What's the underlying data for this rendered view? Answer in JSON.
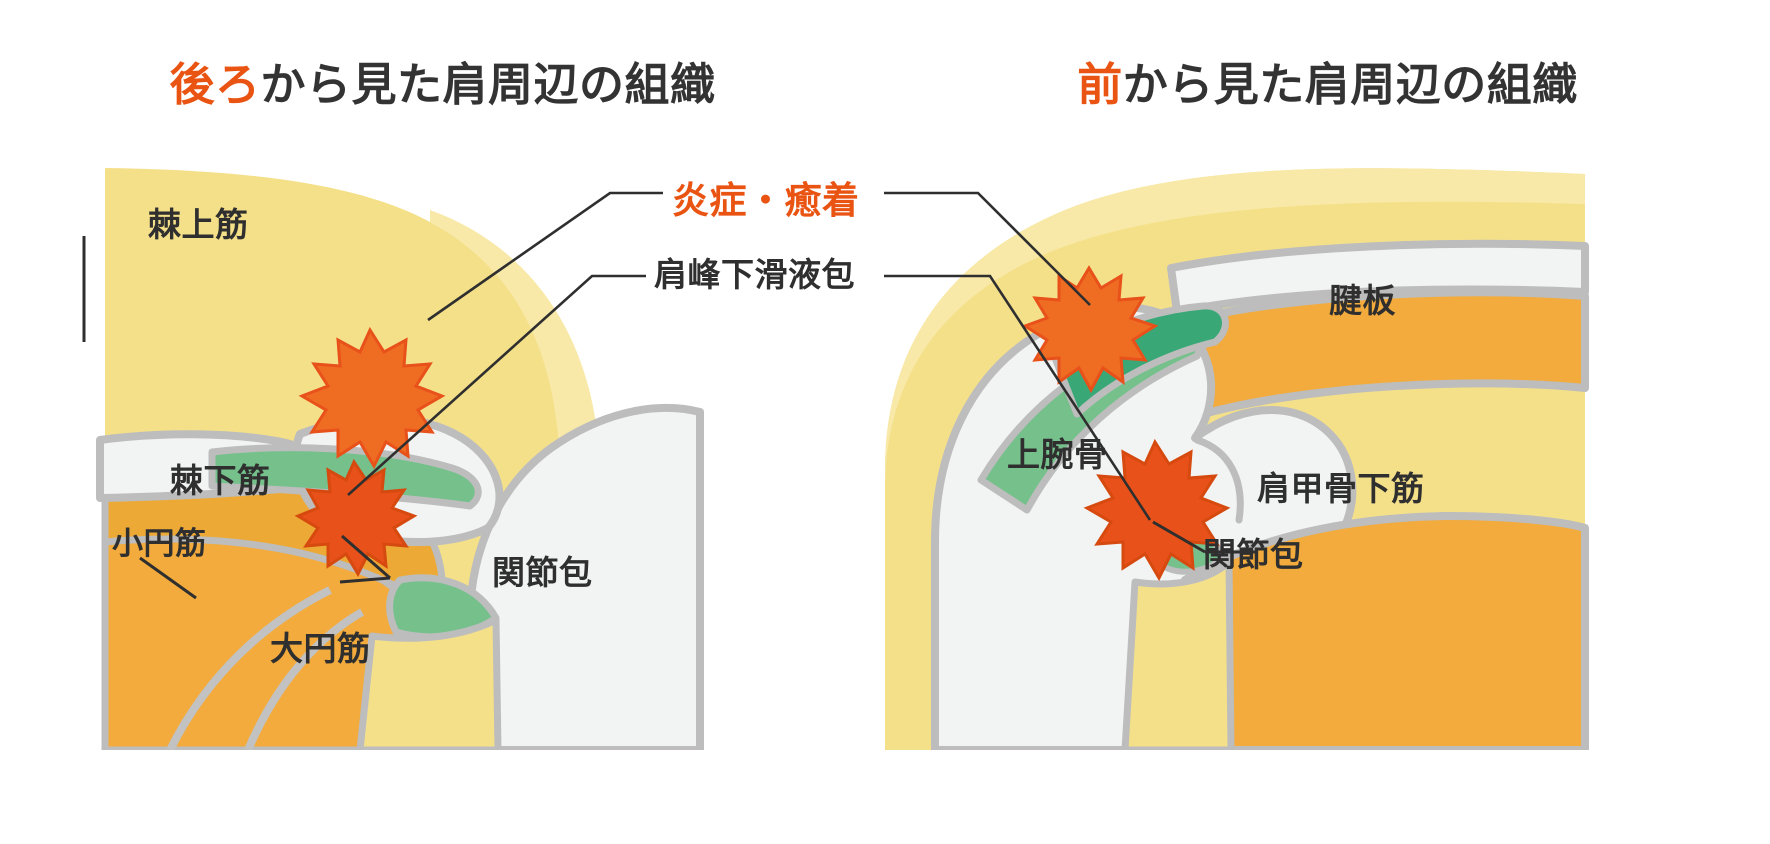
{
  "panels": {
    "left": {
      "title_accent": "後ろ",
      "title_rest": "から見た肩周辺の組織",
      "labels": {
        "supraspinatus": "棘上筋",
        "infraspinatus": "棘下筋",
        "teres_minor": "小円筋",
        "teres_major": "大円筋",
        "joint_capsule": "関節包"
      }
    },
    "right": {
      "title_accent": "前",
      "title_rest": "から見た肩周辺の組織",
      "labels": {
        "tendon_plate": "腱板",
        "humerus": "上腕骨",
        "subscapularis": "肩甲骨下筋",
        "joint_capsule": "関節包"
      }
    }
  },
  "center_labels": {
    "inflammation": "炎症・癒着",
    "subacromial_bursa": "肩峰下滑液包"
  },
  "colors": {
    "accent_orange": "#ea5413",
    "text_dark": "#2f2f2f",
    "skin_yellow": "#f5e08a",
    "skin_yellow_light": "#f8e9a8",
    "muscle_orange": "#f2ab3c",
    "bone_white": "#f2f4f3",
    "bone_outline": "#b8b8b8",
    "capsule_green": "#76c08c",
    "capsule_green_dark": "#3aa876",
    "flare_orange": "#ef6c23",
    "flare_orange_dark": "#e8511a",
    "leader_line": "#3a3a3a"
  }
}
